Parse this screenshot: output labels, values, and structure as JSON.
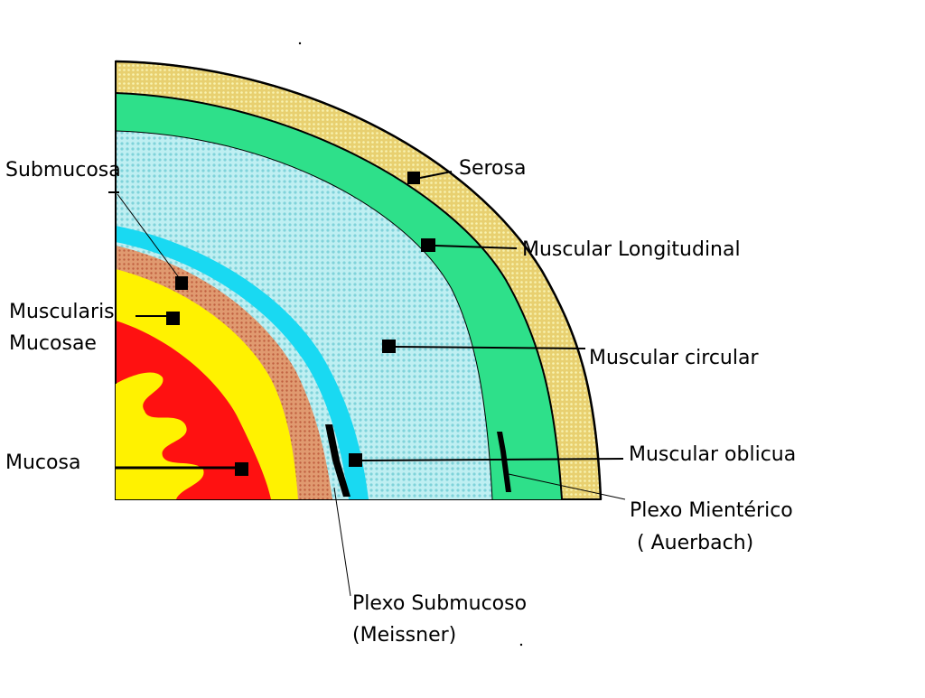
{
  "labels": {
    "serosa": "Serosa",
    "muscular_longitudinal": "Muscular Longitudinal",
    "muscular_circular": "Muscular circular",
    "muscular_oblicua": "Muscular oblicua",
    "plexo_mienterico_1": "Plexo Mientérico",
    "plexo_mienterico_2": "( Auerbach)",
    "plexo_submucoso_1": "Plexo Submucoso",
    "plexo_submucoso_2": "(Meissner)",
    "submucosa": "Submucosa",
    "muscularis_1": "Muscularis",
    "muscularis_2": "Mucosae",
    "mucosa": "Mucosa"
  },
  "colors": {
    "serosa": "#f8f2a0",
    "muscular_longitudinal": "#2ee08a",
    "muscular_circular": "#9fe3e8",
    "submucosa": "#19d9f2",
    "muscularis_mucosae": "#d88a60",
    "mucosa_outer": "#fff200",
    "mucosa_inner": "#ff1111",
    "plexus": "#000000"
  }
}
